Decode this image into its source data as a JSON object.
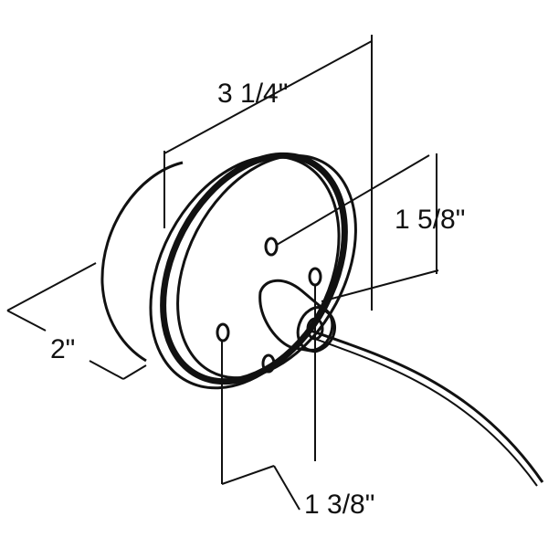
{
  "diagram": {
    "dimensions": {
      "overall_diameter": "3 1/4\"",
      "mount_hole_vertical": "1 5/8\"",
      "depth": "2\"",
      "mount_hole_horizontal": "1 3/8\""
    },
    "colors": {
      "line": "#111111",
      "background": "#ffffff"
    }
  }
}
